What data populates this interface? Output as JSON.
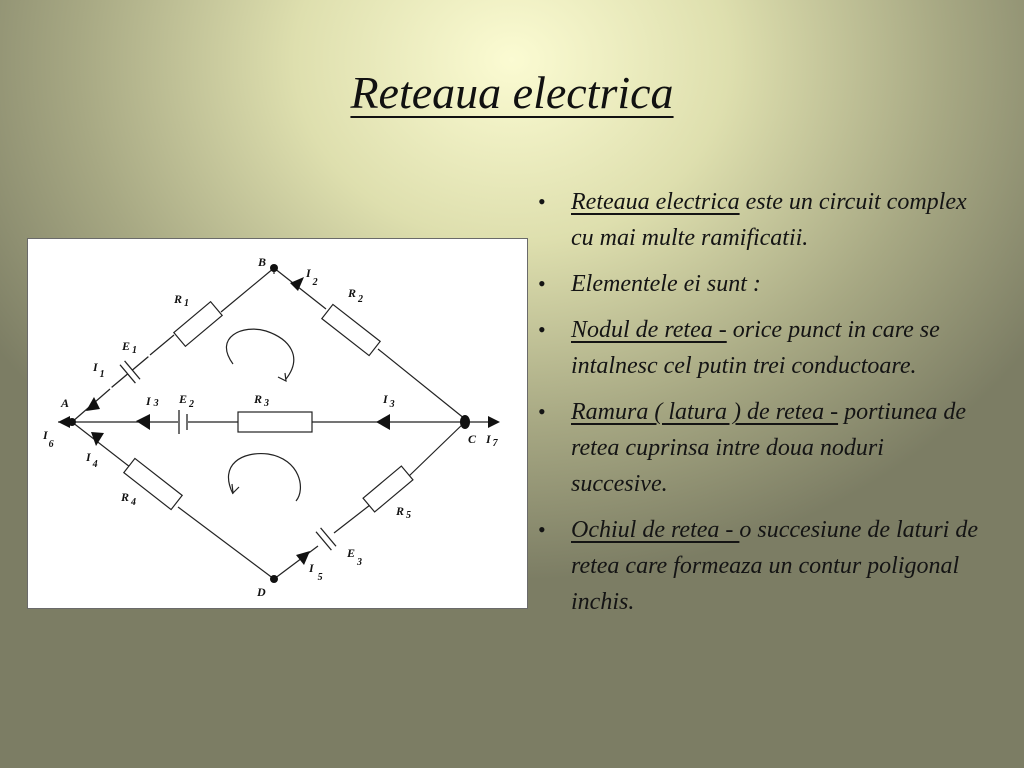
{
  "slide": {
    "title": "Reteaua electrica"
  },
  "diagram": {
    "labels": {
      "A": "A",
      "B": "B",
      "C": "C",
      "D": "D",
      "R1": "R",
      "R1_sub": "1",
      "R2": "R",
      "R2_sub": "2",
      "R3": "R",
      "R3_sub": "3",
      "R4": "R",
      "R4_sub": "4",
      "R5": "R",
      "R5_sub": "5",
      "E1": "E",
      "E1_sub": "1",
      "E2": "E",
      "E2_sub": "2",
      "E3": "E",
      "E3_sub": "3",
      "I1": "I",
      "I1_sub": "1",
      "I2": "I",
      "I2_sub": "2",
      "I3a": "I",
      "I3a_sub": "3",
      "I3b": "I",
      "I3b_sub": "3",
      "I4": "I",
      "I4_sub": "4",
      "I5": "I",
      "I5_sub": "5",
      "I6": "I",
      "I6_sub": "6",
      "I7": "I",
      "I7_sub": "7"
    }
  },
  "bullets": [
    {
      "term": "Reteaua electrica",
      "text": " este un circuit complex cu mai multe ramificatii."
    },
    {
      "term": "",
      "text": "Elementele ei sunt :"
    },
    {
      "term": "Nodul de retea -",
      "text": " orice punct in care se intalnesc cel putin trei conductoare."
    },
    {
      "term": "Ramura ( latura ) de retea -",
      "text": " portiunea de retea cuprinsa intre doua noduri succesive."
    },
    {
      "term": "Ochiul de retea - ",
      "text": " o succesiune de laturi de retea care formeaza un contur poligonal inchis."
    }
  ]
}
